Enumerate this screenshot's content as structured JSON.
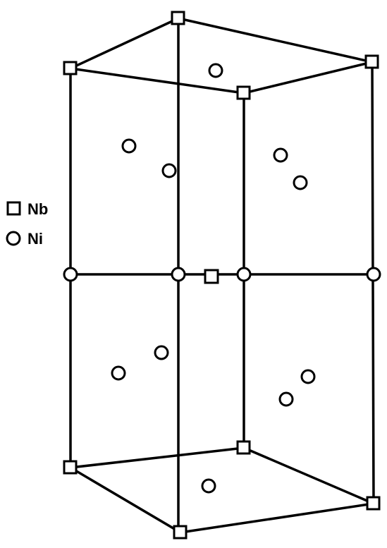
{
  "legend": {
    "items": [
      {
        "marker": "square",
        "label": "Nb"
      },
      {
        "marker": "circle",
        "label": "Ni"
      }
    ]
  },
  "colors": {
    "line": "#000000",
    "marker_fill": "#ffffff",
    "background": "#ffffff"
  }
}
